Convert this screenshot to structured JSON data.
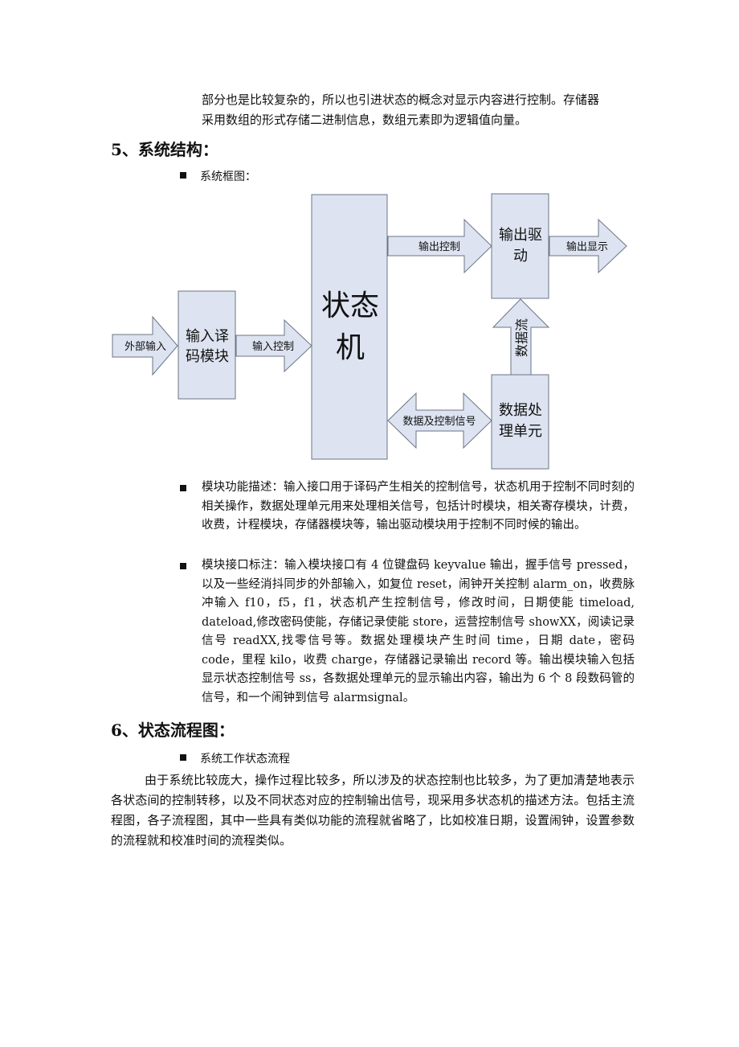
{
  "intro": {
    "line1": "部分也是比较复杂的，所以也引进状态的概念对显示内容进行控制。存储器",
    "line2": "采用数组的形式存储二进制信息，数组元素即为逻辑值向量。"
  },
  "section5": {
    "heading": "5、系统结构：",
    "bullet_diagram": "系统框图："
  },
  "diagram": {
    "ext_input": "外部输入",
    "decoder_l1": "输入译",
    "decoder_l2": "码模块",
    "input_ctrl": "输入控制",
    "fsm_l1": "状态",
    "fsm_l2": "机",
    "output_ctrl": "输出控制",
    "driver_l1": "输出驱",
    "driver_l2": "动",
    "output_display": "输出显示",
    "data_flow": "数据流",
    "data_ctrl_signal": "数据及控制信号",
    "proc_l1": "数据处",
    "proc_l2": "理单元"
  },
  "bullets": {
    "module_function": "模块功能描述：输入接口用于译码产生相关的控制信号，状态机用于控制不同时刻的相关操作，数据处理单元用来处理相关信号，包括计时模块，相关寄存模块，计费，收费，计程模块，存储器模块等，输出驱动模块用于控制不同时候的输出。",
    "module_interface": "模块接口标注：输入模块接口有 4 位键盘码 keyvalue 输出，握手信号 pressed，以及一些经消抖同步的外部输入，如复位 reset，闹钟开关控制 alarm_on，收费脉冲输入 f10，f5，f1，状态机产生控制信号，修改时间，日期使能 timeload, dateload,修改密码使能，存储记录使能 store，运营控制信号 showXX，阅读记录信号 readXX,找零信号等。数据处理模块产生时间 time，日期 date，密码 code，里程 kilo，收费 charge，存储器记录输出 record 等。输出模块输入包括显示状态控制信号 ss，各数据处理单元的显示输出内容，输出为 6 个 8 段数码管的信号，和一个闹钟到信号 alarmsignal。"
  },
  "section6": {
    "heading": "6、状态流程图：",
    "bullet": "系统工作状态流程",
    "paragraph": "由于系统比较庞大，操作过程比较多，所以涉及的状态控制也比较多，为了更加清楚地表示各状态间的控制转移，以及不同状态对应的控制输出信号，现采用多状态机的描述方法。包括主流程图，各子流程图，其中一些具有类似功能的流程就省略了，比如校准日期，设置闹钟，设置参数的流程就和校准时间的流程类似。"
  },
  "colors": {
    "box_fill": "#dde3f0",
    "box_stroke": "#6b7486",
    "arrow_fill": "#dde3f0"
  }
}
